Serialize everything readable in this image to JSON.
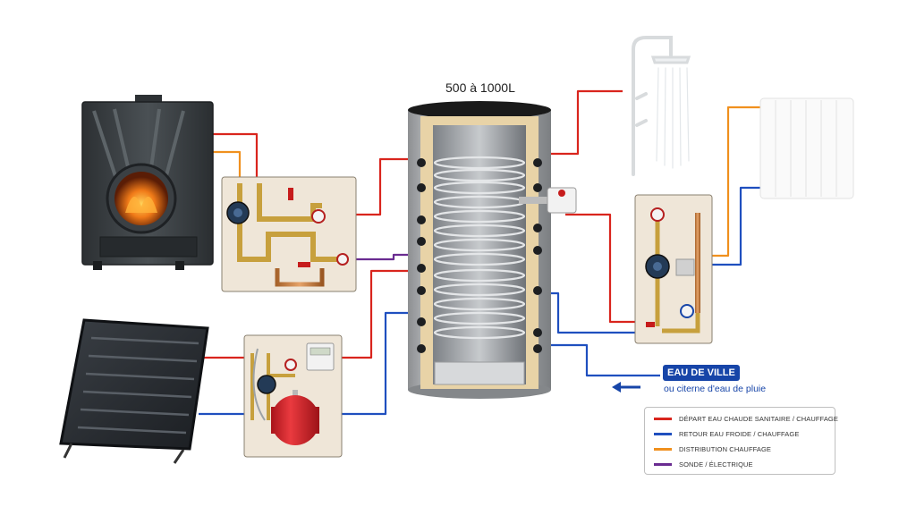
{
  "tank": {
    "capacity_label": "500 à 1000L"
  },
  "city_water": {
    "badge": "EAU DE VILLE",
    "subtitle": "ou citerne d'eau de pluie"
  },
  "legend": {
    "items": [
      {
        "label": "DÉPART EAU CHAUDE SANITAIRE / CHAUFFAGE",
        "color": "#d9251d"
      },
      {
        "label": "RETOUR EAU FROIDE / CHAUFFAGE",
        "color": "#1f4fbf"
      },
      {
        "label": "DISTRIBUTION CHAUFFAGE",
        "color": "#f0901e"
      },
      {
        "label": "SONDE / ÉLECTRIQUE",
        "color": "#6a2c91"
      }
    ]
  },
  "colors": {
    "hot": "#d9251d",
    "cold": "#1f4fbf",
    "heating": "#f0901e",
    "probe": "#6a2c91"
  },
  "icons": [
    "wood-stove-icon",
    "solar-collector-icon",
    "pump-station-icon",
    "expansion-vessel-icon",
    "buffer-tank-icon",
    "shower-icon",
    "radiator-icon",
    "arrow-left-icon"
  ]
}
